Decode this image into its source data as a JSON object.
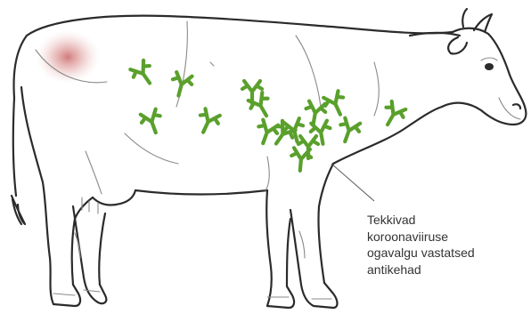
{
  "caption": {
    "line1": "Tekkivad",
    "line2": "koroonaviiruse",
    "line3": "ogavalgu vastatsed",
    "line4": "antikehad"
  },
  "colors": {
    "antibody": "#5aa02c",
    "injection_site": "#d07b7b",
    "outline": "#2b2b2b"
  },
  "illustration": {
    "subject": "cow-side-view",
    "antibody_icon": "y-shaped-antibody-icon"
  }
}
